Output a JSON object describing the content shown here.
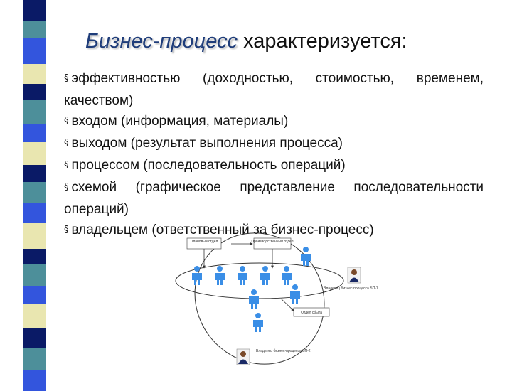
{
  "title": {
    "emphasis": "Бизнес-процесс",
    "rest": " характеризуется:"
  },
  "bullets": [
    "эффективностью (доходностью, стоимостью, временем, качеством)",
    "входом (информация, материалы)",
    "выходом (результат выполнения процесса)",
    "процессом (последовательность операций)",
    "схемой (графическое представление последовательности операций)",
    "владельцем (ответственный за бизнес-процесс)"
  ],
  "diagram": {
    "box_planning": "Плановый отдел",
    "box_production": "Производственный отдел",
    "box_supply": "Отдел сбыта",
    "owner1": "Владелец бизнес-процесса БП-1",
    "owner2": "Владелец бизнес-процесса БП-2"
  },
  "colors": {
    "stripe_dark": "#0a1a66",
    "stripe_blue": "#3355dd",
    "stripe_teal": "#4d8f9a",
    "stripe_cream": "#e9e6b0",
    "person": "#3a8ee6",
    "title_text": "#1f3d7a"
  }
}
